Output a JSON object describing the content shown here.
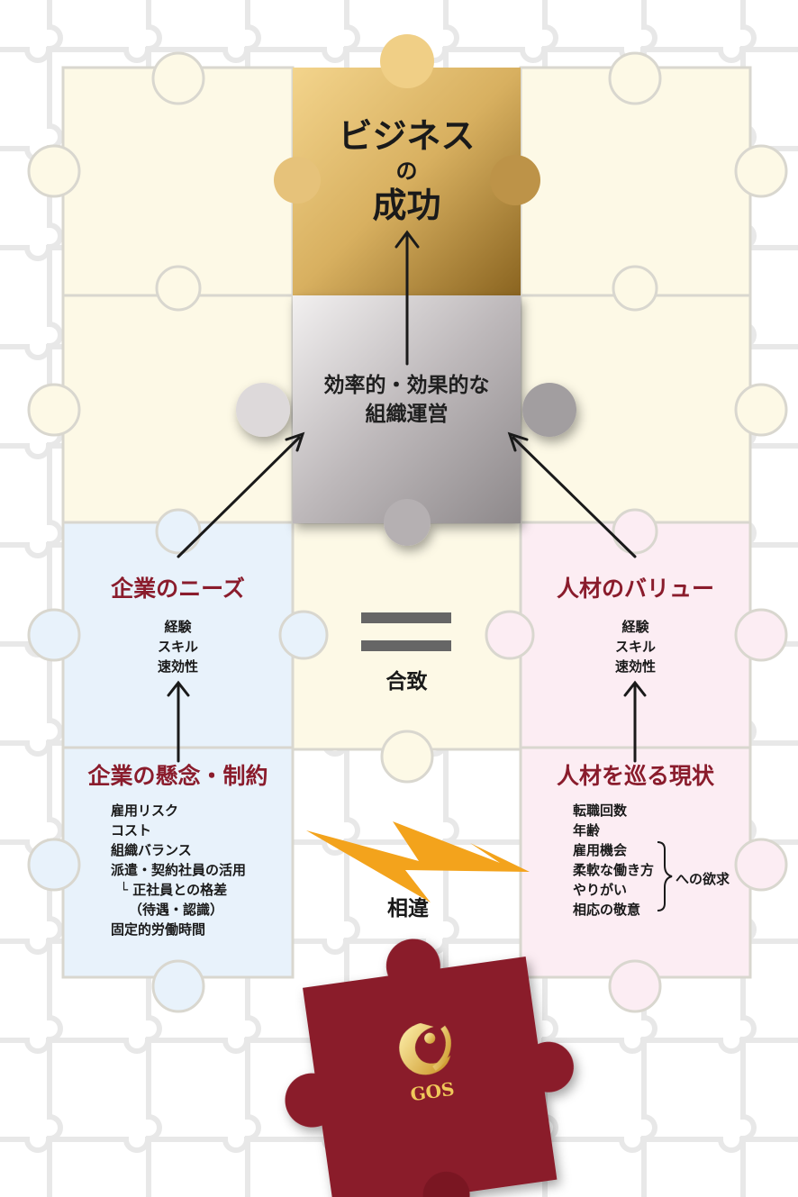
{
  "top": {
    "line1": "ビジネス",
    "line2": "の",
    "line3": "成功"
  },
  "center": {
    "line1": "効率的・効果的な",
    "line2": "組織運営"
  },
  "left_needs": {
    "title": "企業のニーズ",
    "items": [
      "経験",
      "スキル",
      "速効性"
    ]
  },
  "right_value": {
    "title": "人材のバリュー",
    "items": [
      "経験",
      "スキル",
      "速効性"
    ]
  },
  "match_label": "合致",
  "left_concern": {
    "title": "企業の懸念・制約",
    "items": [
      "雇用リスク",
      "コスト",
      "組織バランス",
      "派遣・契約社員の活用",
      "└ 正社員との格差",
      "（待遇・認識）",
      "固定的労働時間"
    ]
  },
  "right_status": {
    "title": "人材を巡る現状",
    "items": [
      "転職回数",
      "年齢",
      "雇用機会",
      "柔軟な働き方",
      "やりがい",
      "相応の敬意"
    ],
    "desire_label": "への欲求"
  },
  "diff_label": "相違",
  "logo_text": "GOS",
  "colors": {
    "gold": "#c9a048",
    "maroon": "#8a1c2c",
    "cream": "#fdf9e6",
    "blue": "#e8f2fb",
    "pink": "#fcedf3",
    "silver": "#c8c4c6",
    "lightning": "#f3a31c"
  }
}
